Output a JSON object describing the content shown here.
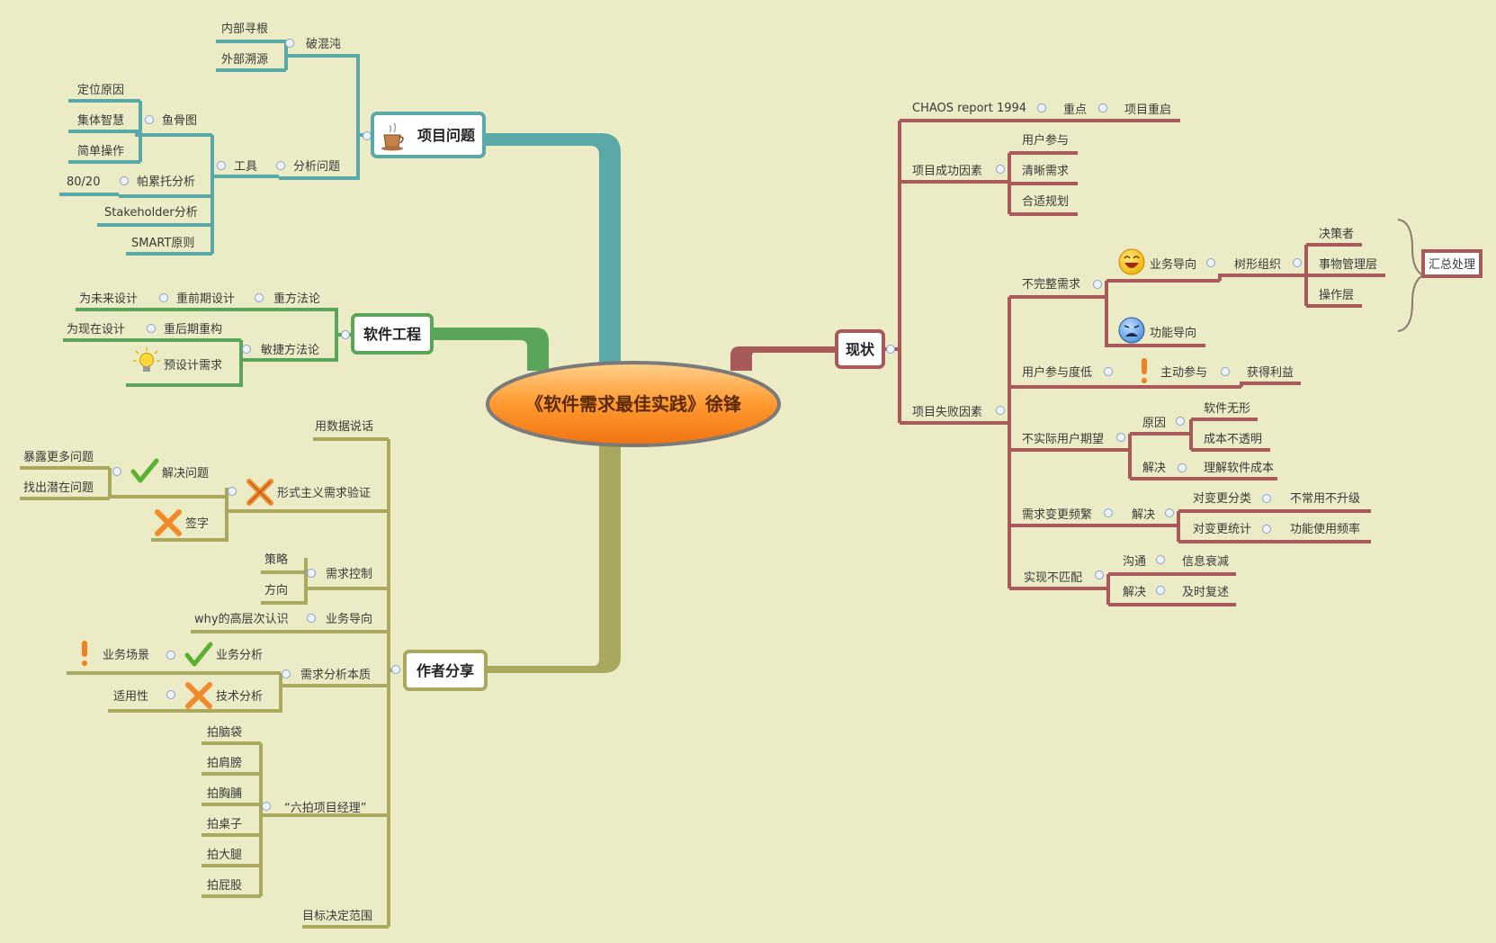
{
  "central": {
    "title": "《软件需求最佳实践》徐锋"
  },
  "colors": {
    "background": "#ebebc6",
    "teal": "#5aa8a8",
    "green": "#5aa55a",
    "olive": "#a9a85e",
    "red": "#a85a5a",
    "central_fill_top": "#ffc070",
    "central_fill_bottom": "#f07810"
  },
  "branches": {
    "project": {
      "label": "项目问题",
      "icon": "coffee-cup-icon",
      "pohundun": {
        "label": "破混沌",
        "children": [
          "内部寻根",
          "外部溯源"
        ]
      },
      "fenxi": {
        "label": "分析问题",
        "tools": {
          "label": "工具",
          "yugu": {
            "label": "鱼骨图",
            "children": [
              "定位原因",
              "集体智慧",
              "简单操作"
            ]
          },
          "pareto": {
            "label": "帕累托分析",
            "children": [
              "80/20"
            ]
          },
          "stakeholder": "Stakeholder分析",
          "smart": "SMART原则"
        }
      }
    },
    "software": {
      "label": "软件工程",
      "heavy": {
        "label": "重方法论",
        "child": "重前期设计",
        "leaf": "为未来设计"
      },
      "agile": {
        "label": "敏捷方法论",
        "refactor": {
          "label": "重后期重构",
          "child": "为现在设计"
        },
        "predesign": {
          "label": "预设计需求",
          "icon": "light-bulb-icon"
        }
      }
    },
    "author": {
      "label": "作者分享",
      "data_talk": "用数据说话",
      "formal": {
        "label": "形式主义需求验证",
        "icon": "cross-icon",
        "solve": {
          "label": "解决问题",
          "icon": "check-icon",
          "children": [
            "暴露更多问题",
            "找出潜在问题"
          ]
        },
        "sign": {
          "label": "签字",
          "icon": "cross-icon"
        }
      },
      "control": {
        "label": "需求控制",
        "children": [
          "策略",
          "方向"
        ]
      },
      "business": {
        "label": "业务导向",
        "child": "why的高层次认识"
      },
      "essence": {
        "label": "需求分析本质",
        "ba": {
          "label": "业务分析",
          "icon": "check-icon",
          "child": "业务场景",
          "child_icon": "exclamation-icon"
        },
        "ta": {
          "label": "技术分析",
          "icon": "cross-icon",
          "child": "适用性"
        }
      },
      "six": {
        "label": "“六拍项目经理”",
        "children": [
          "拍脑袋",
          "拍肩膀",
          "拍胸脯",
          "拍桌子",
          "拍大腿",
          "拍屁股"
        ]
      },
      "scope": "目标决定范围"
    },
    "status": {
      "label": "现状",
      "chaos": {
        "label": "CHAOS report 1994",
        "key": "重点",
        "keyleaf": "项目重启"
      },
      "success": {
        "label": "项目成功因素",
        "children": [
          "用户参与",
          "清晰需求",
          "合适规划"
        ]
      },
      "failure": {
        "label": "项目失败因素",
        "incomplete": {
          "label": "不完整需求",
          "biz": {
            "label": "业务导向",
            "icon": "laughing-face-icon",
            "tree": {
              "label": "树形组织",
              "children": [
                "决策者",
                "事物管理层",
                "操作层"
              ],
              "summary": "汇总处理"
            }
          },
          "func": {
            "label": "功能导向",
            "icon": "crying-face-icon"
          }
        },
        "participation": {
          "label": "用户参与度低",
          "active": "主动参与",
          "active_icon": "exclamation-icon",
          "gain": "获得利益"
        },
        "unrealistic": {
          "label": "不实际用户期望",
          "cause": {
            "label": "原因",
            "children": [
              "软件无形",
              "成本不透明"
            ]
          },
          "solve": {
            "label": "解决",
            "child": "理解软件成本"
          }
        },
        "changes": {
          "label": "需求变更频繁",
          "solve": {
            "label": "解决",
            "cls": "对变更分类",
            "cls_leaf": "不常用不升级",
            "stat": "对变更统计",
            "stat_leaf": "功能使用频率"
          }
        },
        "mismatch": {
          "label": "实现不匹配",
          "comm": {
            "label": "沟通",
            "child": "信息衰减"
          },
          "solve": {
            "label": "解决",
            "child": "及时复述"
          }
        }
      }
    }
  }
}
